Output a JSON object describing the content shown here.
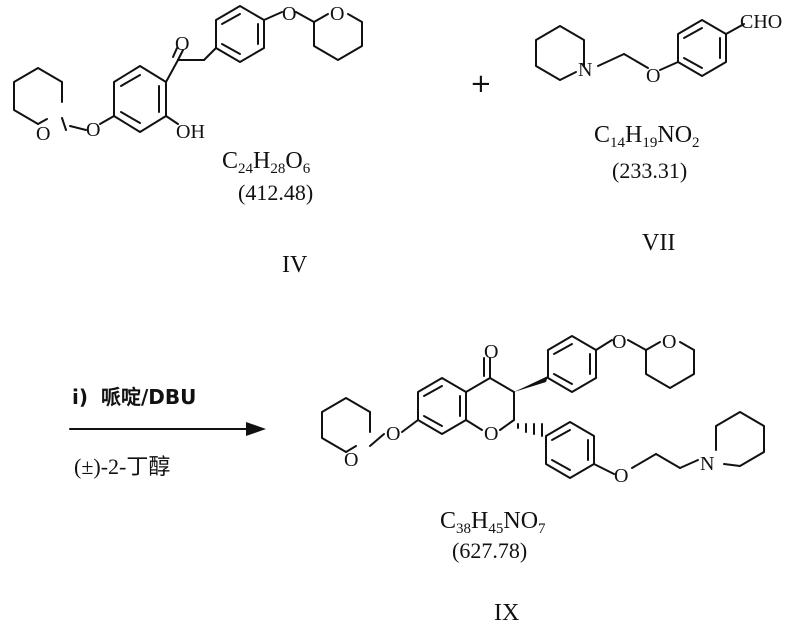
{
  "compounds": {
    "iv": {
      "formula": {
        "parts": [
          {
            "t": "C"
          },
          {
            "t": "24",
            "sub": true
          },
          {
            "t": "H"
          },
          {
            "t": "28",
            "sub": true
          },
          {
            "t": "O"
          },
          {
            "t": "6",
            "sub": true
          }
        ]
      },
      "mw": "(412.48)",
      "id": "IV",
      "atoms": {
        "o_ketone": "O",
        "oh": "OH",
        "o_ether_left": "O",
        "o_ring_left": "O",
        "o_ether_right": "O",
        "o_ring_right": "O"
      }
    },
    "vii": {
      "formula": {
        "parts": [
          {
            "t": "C"
          },
          {
            "t": "14",
            "sub": true
          },
          {
            "t": "H"
          },
          {
            "t": "19",
            "sub": true
          },
          {
            "t": "NO"
          },
          {
            "t": "2",
            "sub": true
          }
        ]
      },
      "mw": "(233.31)",
      "id": "VII",
      "atoms": {
        "n": "N",
        "o": "O",
        "cho": "CHO"
      }
    },
    "ix": {
      "formula": {
        "parts": [
          {
            "t": "C"
          },
          {
            "t": "38",
            "sub": true
          },
          {
            "t": "H"
          },
          {
            "t": "45",
            "sub": true
          },
          {
            "t": "NO"
          },
          {
            "t": "7",
            "sub": true
          }
        ]
      },
      "mw": "(627.78)",
      "id": "IX",
      "atoms": {
        "o_ketone": "O",
        "o_ring_left": "O",
        "o_ether_left": "O",
        "o_chroman": "O",
        "o_ether_top": "O",
        "o_ring_top": "O",
        "o_ether_bottom": "O",
        "n": "N"
      }
    }
  },
  "scheme": {
    "plus": "+",
    "condition_prefix": "i)",
    "condition_reagents": "哌啶/DBU",
    "condition_solvent": "(±)-2-丁醇"
  }
}
